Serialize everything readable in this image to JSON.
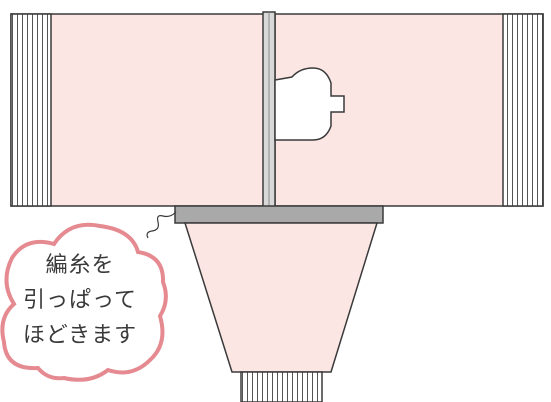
{
  "bubble": {
    "lines": [
      "編糸を",
      "引っぱって",
      "ほどきます"
    ]
  },
  "colors": {
    "knit_fill": "#fbe6e4",
    "outline": "#3a3a3a",
    "bind_strip": "#a9a9a9",
    "bubble_border": "#e58a90",
    "neck_shape": "#ffffff",
    "background": "#ffffff"
  }
}
